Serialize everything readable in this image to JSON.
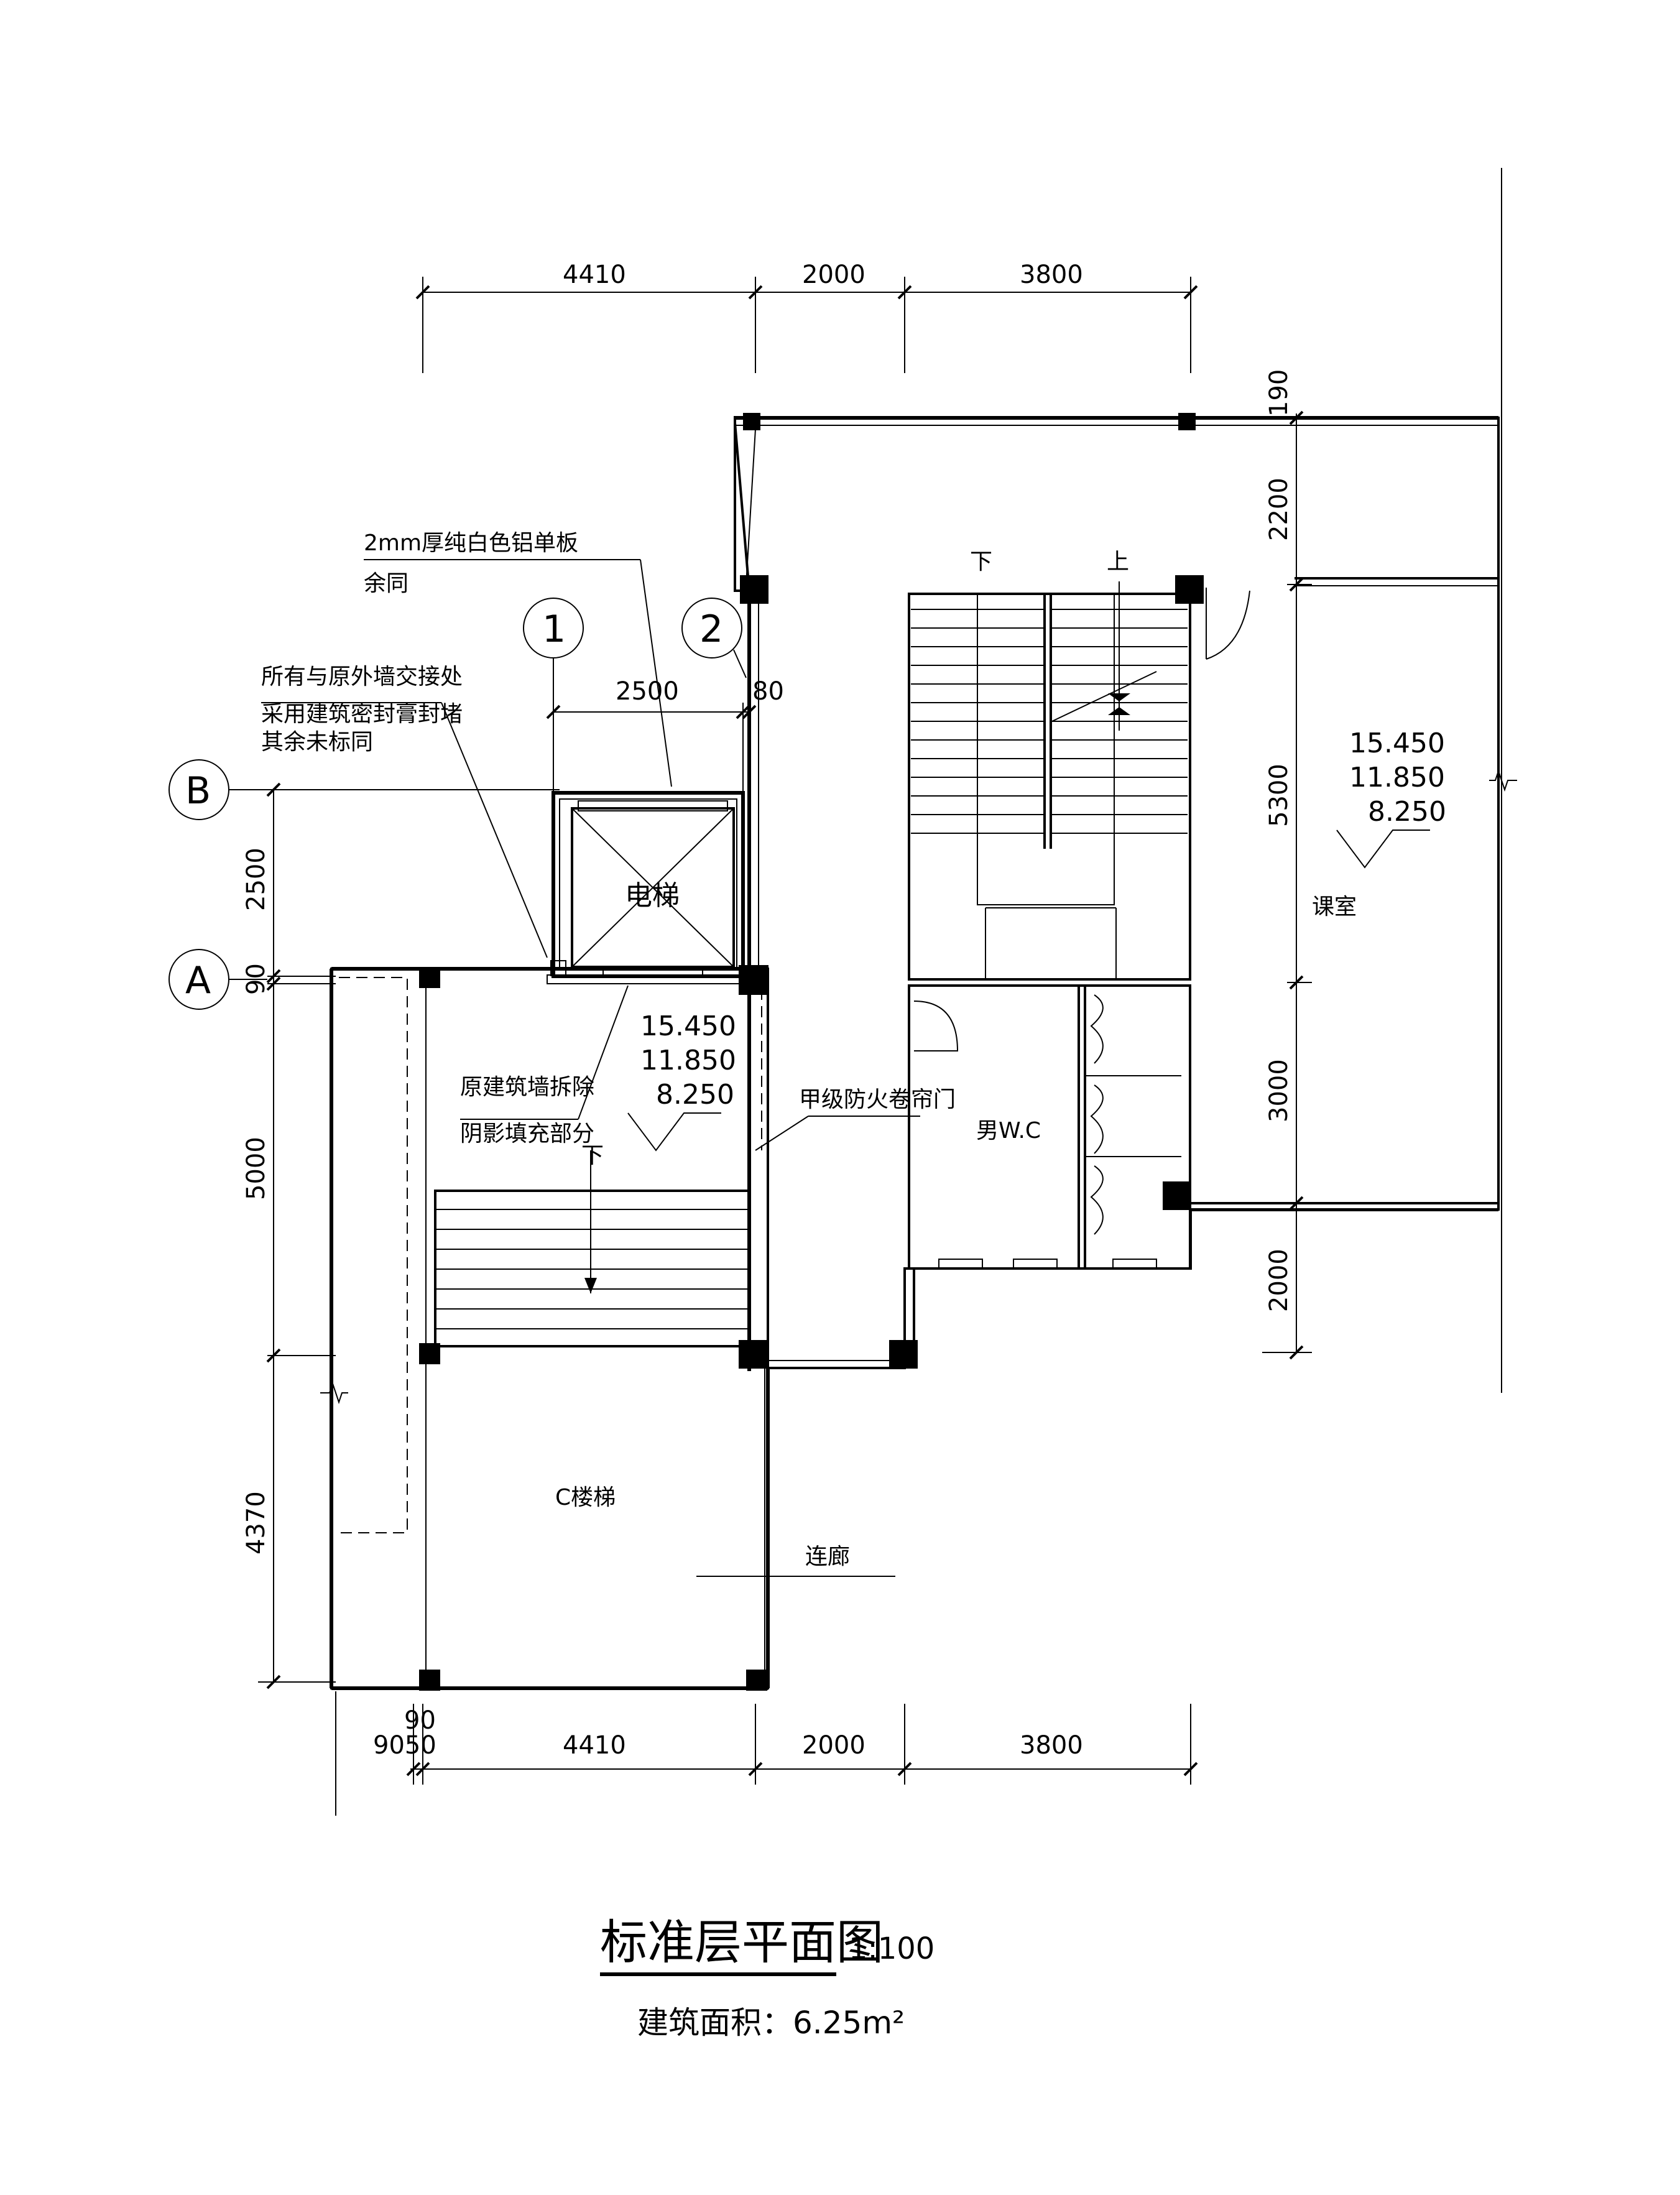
{
  "drawing": {
    "title": "标准层平面图",
    "scale": "1:100",
    "area_label": "建筑面积：6.25m²"
  },
  "dimensions": {
    "top": [
      "4410",
      "2000",
      "3800"
    ],
    "bottom": [
      "4410",
      "2000",
      "3800"
    ],
    "bottom_small": [
      "90",
      "9050"
    ],
    "left": [
      "2500",
      "90",
      "5000",
      "4370"
    ],
    "right": [
      "190",
      "2200",
      "5300",
      "3000",
      "2000"
    ],
    "elevator_width": "2500",
    "elevator_gap": "80"
  },
  "axes": {
    "a": "A",
    "b": "B",
    "one": "1",
    "two": "2"
  },
  "notes": {
    "aluminum_1": "2mm厚纯白色铝单板",
    "aluminum_2": "余同",
    "junction_1": "所有与原外墙交接处",
    "junction_2": "采用建筑密封膏封堵",
    "junction_3": "其余未标同",
    "demolish_1": "原建筑墙拆除",
    "demolish_2": "阴影填充部分",
    "fire_door": "甲级防火卷帘门"
  },
  "rooms": {
    "elevator": "电梯",
    "stair_c": "C楼梯",
    "corridor": "连廊",
    "wc": "男W.C",
    "classroom": "课室"
  },
  "elevations": {
    "left": [
      "15.450",
      "11.850",
      "8.250"
    ],
    "right": [
      "15.450",
      "11.850",
      "8.250"
    ]
  },
  "stair_marks": {
    "down": "下",
    "up": "上"
  }
}
